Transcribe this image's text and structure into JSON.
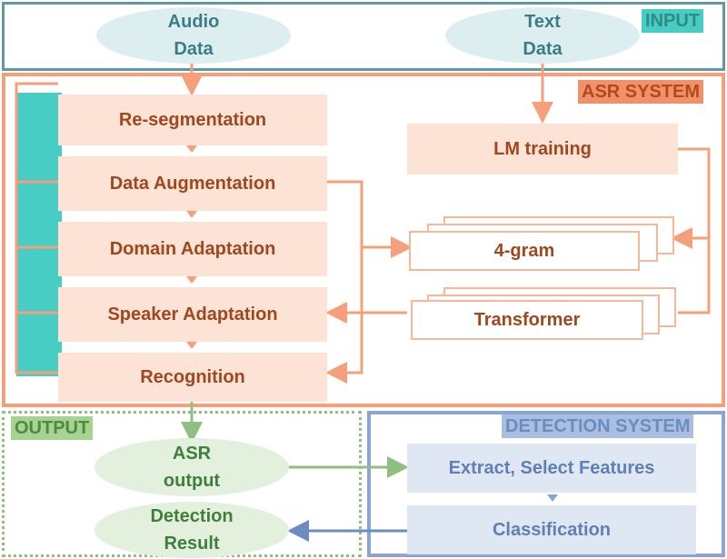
{
  "regions": {
    "input": "INPUT",
    "asr": "ASR SYSTEM",
    "output": "OUTPUT",
    "detection": "DETECTION SYSTEM"
  },
  "inputs": {
    "audio": [
      "Audio",
      "Data"
    ],
    "text": [
      "Text",
      "Data"
    ]
  },
  "asr_steps": [
    "Re-segmentation",
    "Data Augmentation",
    "Domain Adaptation",
    "Speaker Adaptation",
    "Recognition"
  ],
  "lm": {
    "training": "LM training",
    "models": [
      "4-gram",
      "Transformer"
    ]
  },
  "outputs": {
    "asr": [
      "ASR",
      "output"
    ],
    "detection": [
      "Detection",
      "Result"
    ]
  },
  "detection_steps": [
    "Extract, Select Features",
    "Classification"
  ],
  "colors": {
    "input": "#5a9aa0",
    "asr": "#f5a07a",
    "output": "#8fc07f",
    "detection": "#8aa6d0",
    "teal_bar": "#48cdc4"
  }
}
